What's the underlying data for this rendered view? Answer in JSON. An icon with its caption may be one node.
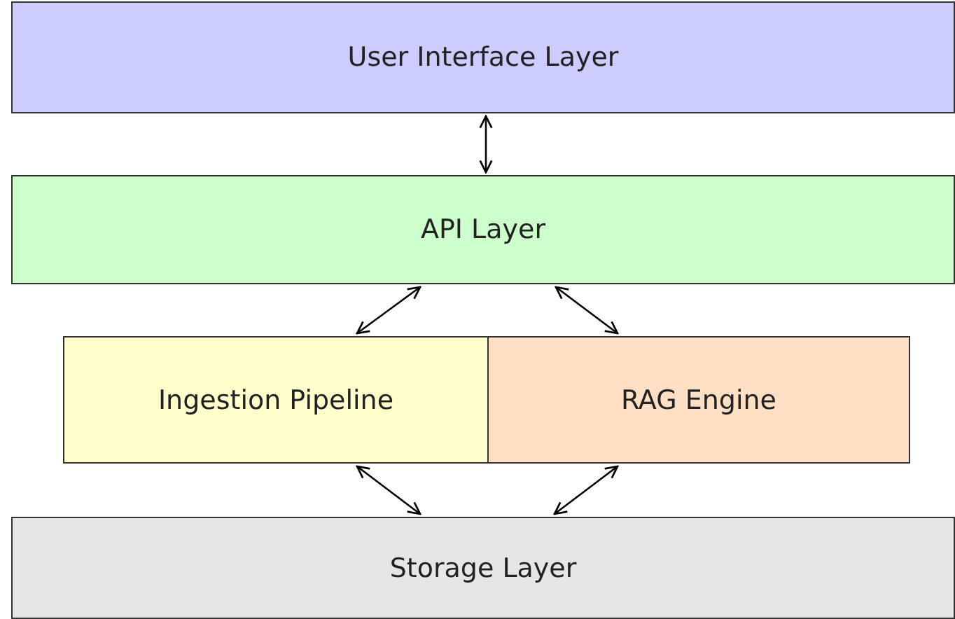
{
  "diagram": {
    "nodes": [
      {
        "text": [
          "User Interface Layer"
        ]
      },
      {
        "text": [
          "API Layer"
        ]
      },
      {
        "text": [
          "Ingestion Pipeline"
        ]
      },
      {
        "text": [
          "RAG Engine"
        ]
      },
      {
        "text": [
          "Storage Layer"
        ]
      }
    ],
    "edges": [
      {
        "from": 0,
        "to": 1,
        "arrow": "both"
      },
      {
        "from": 1,
        "to": 2,
        "arrow": "both"
      },
      {
        "from": 1,
        "to": 3,
        "arrow": "both"
      },
      {
        "from": 2,
        "to": 4,
        "arrow": "both"
      },
      {
        "from": 3,
        "to": 4,
        "arrow": "both"
      }
    ]
  }
}
